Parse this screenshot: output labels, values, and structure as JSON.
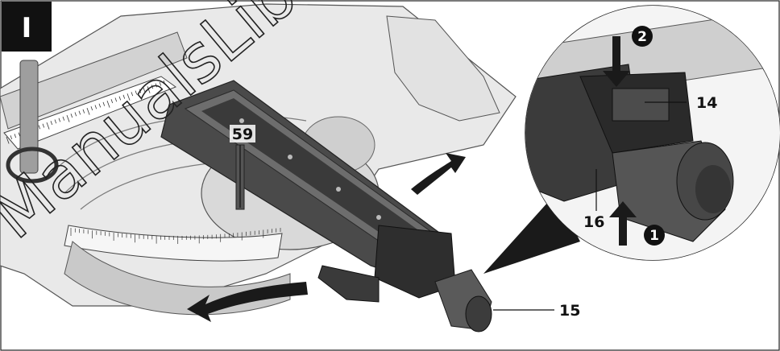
{
  "figure": {
    "panel_label": "I",
    "watermark": "ManualsLib www.tayo",
    "callouts": {
      "c59": "59",
      "c14": "14",
      "c15": "15",
      "c16": "16"
    },
    "steps": {
      "s1": "1",
      "s2": "2"
    },
    "colors": {
      "metal_light": "#e6e6e6",
      "metal_mid": "#bdbdbd",
      "metal_dark": "#6e6e6e",
      "plastic_dark": "#3a3a3a",
      "arrow": "#1a1a1a"
    }
  }
}
